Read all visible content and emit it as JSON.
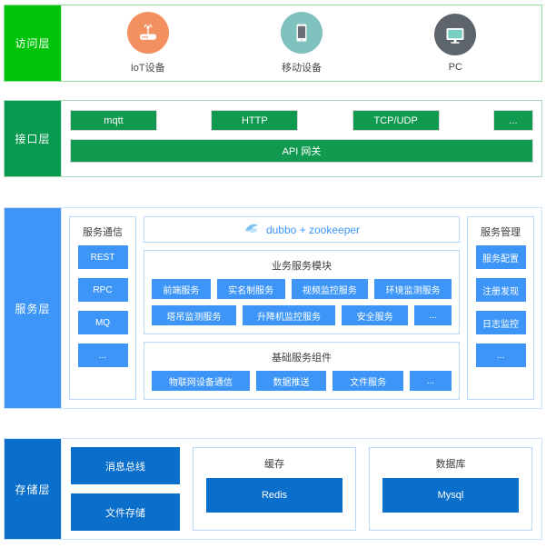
{
  "layers": {
    "access": {
      "label": "访问层",
      "color": "#00c40c",
      "devices": [
        {
          "label": "IoT设备",
          "icon": "router-icon",
          "color": "#f29060"
        },
        {
          "label": "移动设备",
          "icon": "tablet-icon",
          "color": "#7fc2bd"
        },
        {
          "label": "PC",
          "icon": "desktop-icon",
          "color": "#5d646c"
        }
      ]
    },
    "interface": {
      "label": "接口层",
      "color": "#089a4e",
      "protocols": [
        "mqtt",
        "HTTP",
        "TCP/UDP",
        "..."
      ],
      "gateway": "API 网关"
    },
    "service": {
      "label": "服务层",
      "color": "#3d96f7",
      "communication": {
        "title": "服务通信",
        "items": [
          "REST",
          "RPC",
          "MQ",
          "..."
        ]
      },
      "framework": {
        "label": "dubbo + zookeeper",
        "icon": "dubbo-cloud-icon"
      },
      "business_modules": {
        "title": "业务服务模块",
        "row1": [
          "前端服务",
          "实名制服务",
          "视频监控服务",
          "环境监测服务"
        ],
        "row2": [
          "塔吊监测服务",
          "升降机监控服务",
          "安全服务",
          "..."
        ]
      },
      "basic_components": {
        "title": "基础服务组件",
        "items": [
          "物联网设备通信",
          "数据推送",
          "文件服务",
          "..."
        ]
      },
      "management": {
        "title": "服务管理",
        "items": [
          "服务配置",
          "注册发现",
          "日志监控",
          "..."
        ]
      }
    },
    "storage": {
      "label": "存储层",
      "color": "#0a6ecb",
      "direct": [
        "消息总线",
        "文件存储"
      ],
      "cache": {
        "title": "缓存",
        "item": "Redis"
      },
      "database": {
        "title": "数据库",
        "item": "Mysql"
      }
    }
  }
}
